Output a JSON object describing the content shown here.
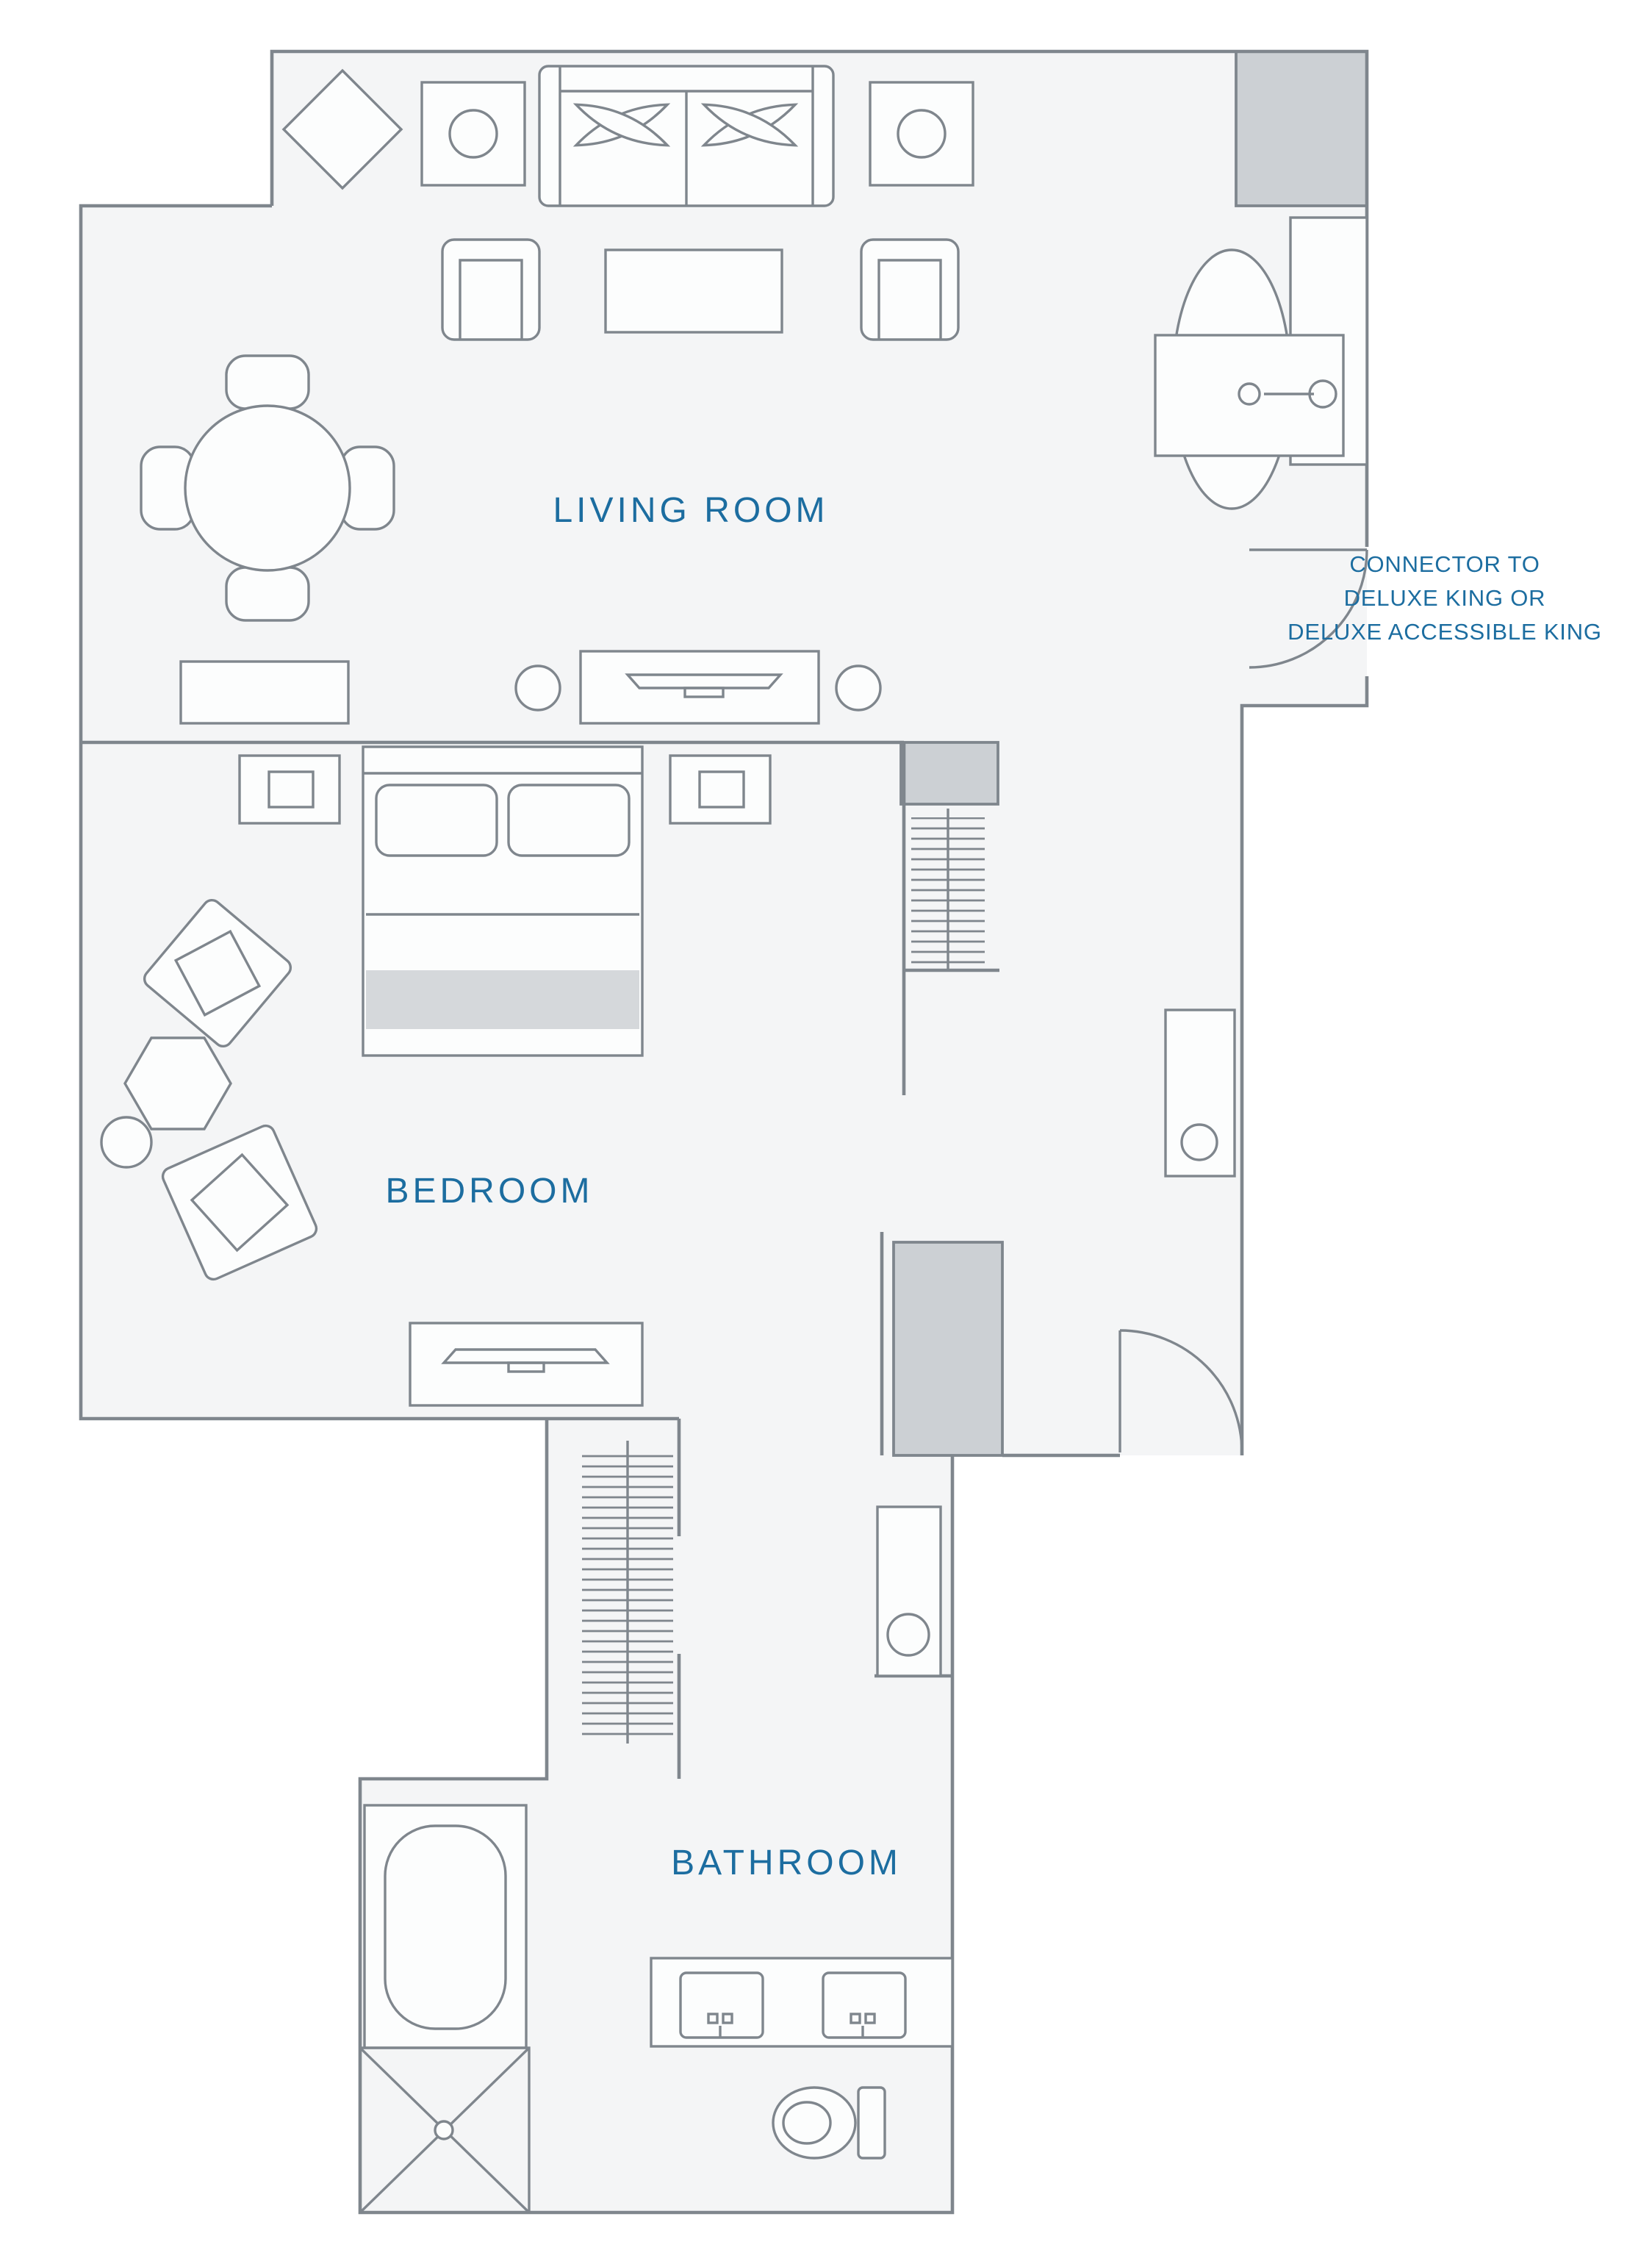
{
  "plan": {
    "rooms": [
      {
        "id": "living_room",
        "label": "LIVING ROOM"
      },
      {
        "id": "bedroom",
        "label": "BEDROOM"
      },
      {
        "id": "bathroom",
        "label": "BATHROOM"
      }
    ],
    "annotations": {
      "connector": {
        "line1": "CONNECTOR TO",
        "line2": "DELUXE KING OR",
        "line3": "DELUXE ACCESSIBLE KING"
      }
    }
  },
  "colors": {
    "label_text": "#1c6da0",
    "wall": "#7f868d",
    "floor": "#f4f5f6",
    "block_fill": "#ccd0d4",
    "blanket": "#d5d8db"
  }
}
